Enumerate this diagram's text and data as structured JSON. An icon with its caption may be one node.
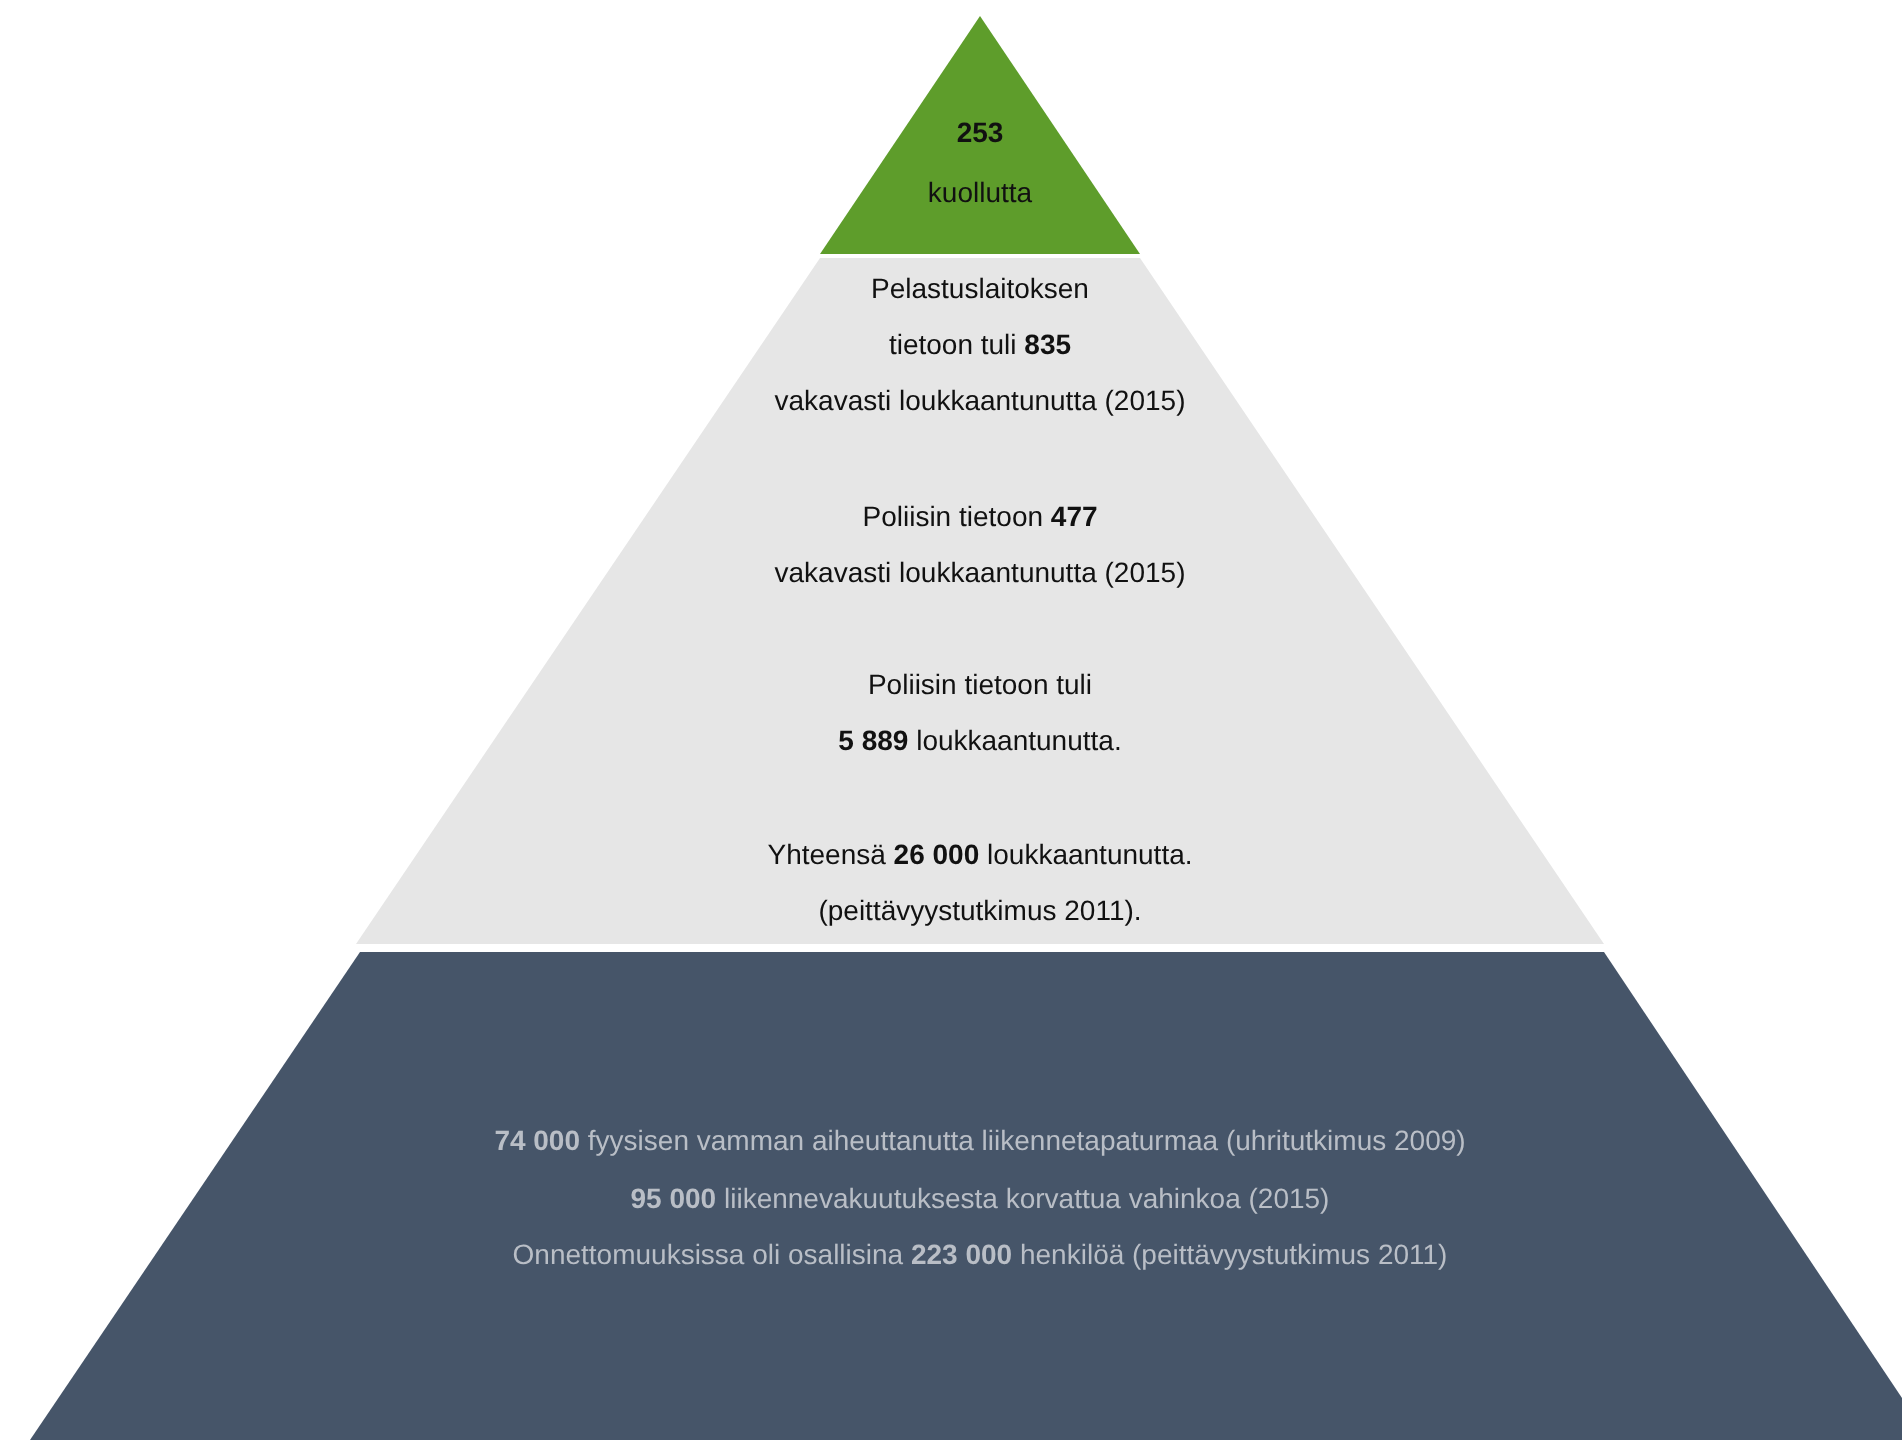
{
  "diagram": {
    "nodes": [
      {
        "text": [
          "**253** kuollutta"
        ]
      },
      {
        "text": [
          "Pelastuslaitoksen tietoon tuli  **835** vakavasti loukkaantunutta (2015)",
          "Poliisin tietoon **477** vakavasti loukkaantunutta (2015)",
          "Poliisin tietoon tuli **5 889**  loukkaantunutta.",
          "Yhteensä **26 000**  loukkaantunutta. (peittävyystutkimus 2011)."
        ]
      },
      {
        "text": [
          "**74 000** fyysisen vamman aiheuttanutta liikennetapaturmaa (uhritutkimus 2009)",
          "**95 000** liikennevakuutuksesta korvattua vahinkoa (2015)",
          "Onnettomuuksissa oli osallisina **223 000** henkilöä  (peittävyystutkimus 2011)"
        ]
      }
    ],
    "edges": []
  }
}
